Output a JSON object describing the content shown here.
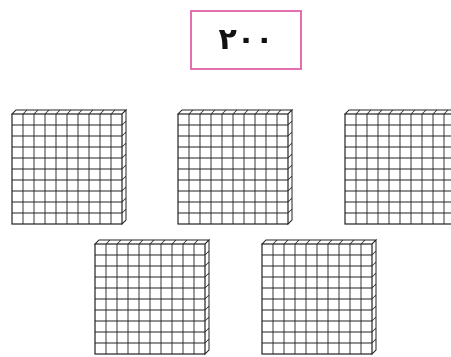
{
  "number_card": {
    "value_text": "٢٠٠",
    "border_color": "#e36fb0"
  },
  "blocks": {
    "count": 5,
    "grid_rows": 10,
    "grid_cols": 10,
    "line_color": "#222222"
  }
}
